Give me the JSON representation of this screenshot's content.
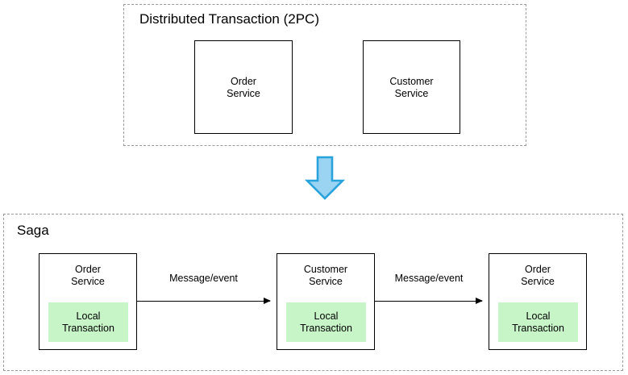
{
  "diagram": {
    "title_2pc": "Distributed Transaction (2PC)",
    "title_saga": "Saga",
    "colors": {
      "local_transaction_fill": "#c8f5c8",
      "blue_arrow_fill": "#9bd3f2",
      "blue_arrow_stroke": "#29a3dc",
      "box_stroke": "#000000",
      "group_stroke": "#9a9a9a"
    },
    "two_pc": {
      "label": "Distributed Transaction (2PC)",
      "services": [
        {
          "name": "order-service",
          "label": "Order\nService"
        },
        {
          "name": "customer-service",
          "label": "Customer\nService"
        }
      ]
    },
    "transition": {
      "icon": "down-arrow-icon"
    },
    "saga": {
      "label": "Saga",
      "steps": [
        {
          "name": "order-service",
          "label": "Order\nService",
          "local_transaction": "Local\nTransaction"
        },
        {
          "name": "customer-service",
          "label": "Customer\nService",
          "local_transaction": "Local\nTransaction"
        },
        {
          "name": "order-service",
          "label": "Order\nService",
          "local_transaction": "Local\nTransaction"
        }
      ],
      "connectors": [
        {
          "label": "Message/event"
        },
        {
          "label": "Message/event"
        }
      ]
    }
  }
}
